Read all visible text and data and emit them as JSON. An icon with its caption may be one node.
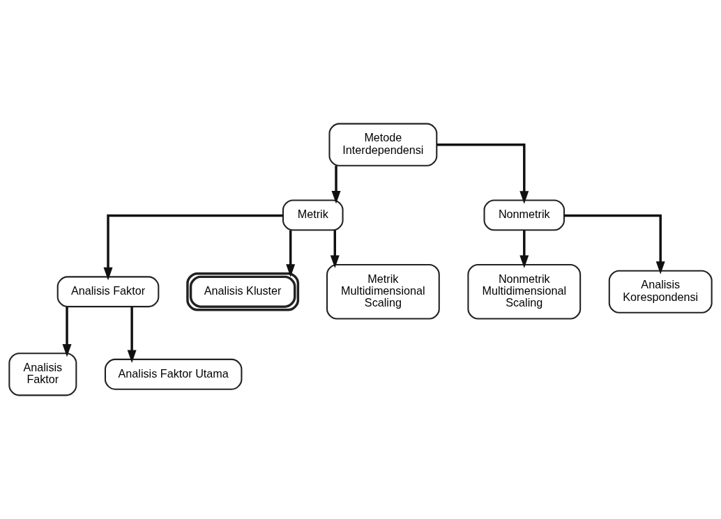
{
  "diagram": {
    "nodes": [
      {
        "text": [
          "Metode Interdependensi"
        ]
      },
      {
        "text": [
          "Metrik"
        ]
      },
      {
        "text": [
          "Nonmetrik"
        ]
      },
      {
        "text": [
          "Nonmetrik Multidimensional Scaling"
        ]
      },
      {
        "text": [
          "Analisis Korespondensi"
        ]
      },
      {
        "text": [
          "Analisis Faktor"
        ]
      },
      {
        "text": [
          "Analisis Kluster"
        ]
      },
      {
        "text": [
          "Metrik Multidimensional Scaling"
        ]
      },
      {
        "text": [
          "Analisis Faktor"
        ]
      },
      {
        "text": [
          "Analisis Faktor Utama"
        ]
      }
    ],
    "edges": [
      {
        "from": 0,
        "to": 1,
        "arrow": "to"
      },
      {
        "from": 0,
        "to": 2,
        "arrow": "to"
      },
      {
        "from": 2,
        "to": 3,
        "arrow": "to"
      },
      {
        "from": 2,
        "to": 4,
        "arrow": "to"
      },
      {
        "from": 1,
        "to": 5,
        "arrow": "to"
      },
      {
        "from": 1,
        "to": 6,
        "arrow": "to"
      },
      {
        "from": 1,
        "to": 7,
        "arrow": "to"
      },
      {
        "from": 5,
        "to": 8,
        "arrow": "to"
      },
      {
        "from": 5,
        "to": 9,
        "arrow": "to"
      }
    ]
  }
}
